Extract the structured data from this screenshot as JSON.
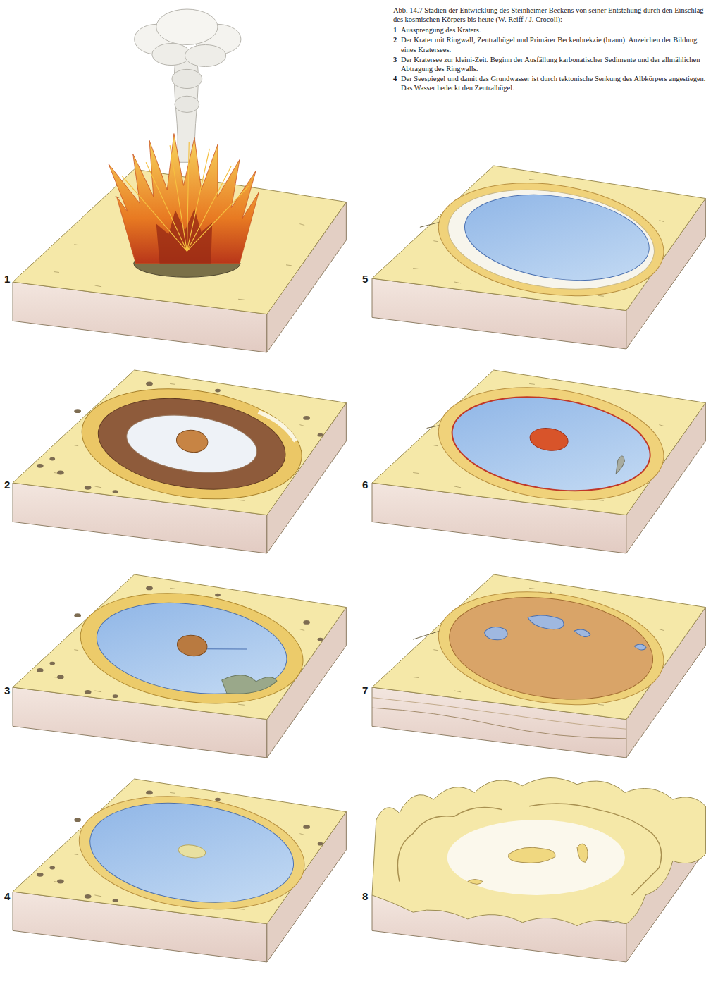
{
  "diagram": {
    "caption": "Abb. 14.7 Stadien der Entwicklung des Steinheimer Beckens von seiner Entstehung durch den Einschlag des kosmischen Körpers bis heute (W. Reiff / J. Crocoll):",
    "labels": [
      "1",
      "Aussprengung des Kraters.",
      "2",
      "Der Krater mit Ringwall, Zentralhügel und Primärer Beckenbrekzie (braun). Anzeichen der Bildung eines Kratersees.",
      "3",
      "Der Kratersee zur kleini-Zeit. Beginn der Ausfällung karbonatischer Sedimente und der allmählichen Abtragung des Ringwalls.",
      "4",
      "Der Seespiegel und damit das Grundwasser ist durch tektonische Senkung des Albkörpers angestiegen. Das Wasser bedeckt den Zentralhügel.",
      "1",
      "2",
      "3",
      "4",
      "5",
      "6",
      "7",
      "8"
    ]
  }
}
